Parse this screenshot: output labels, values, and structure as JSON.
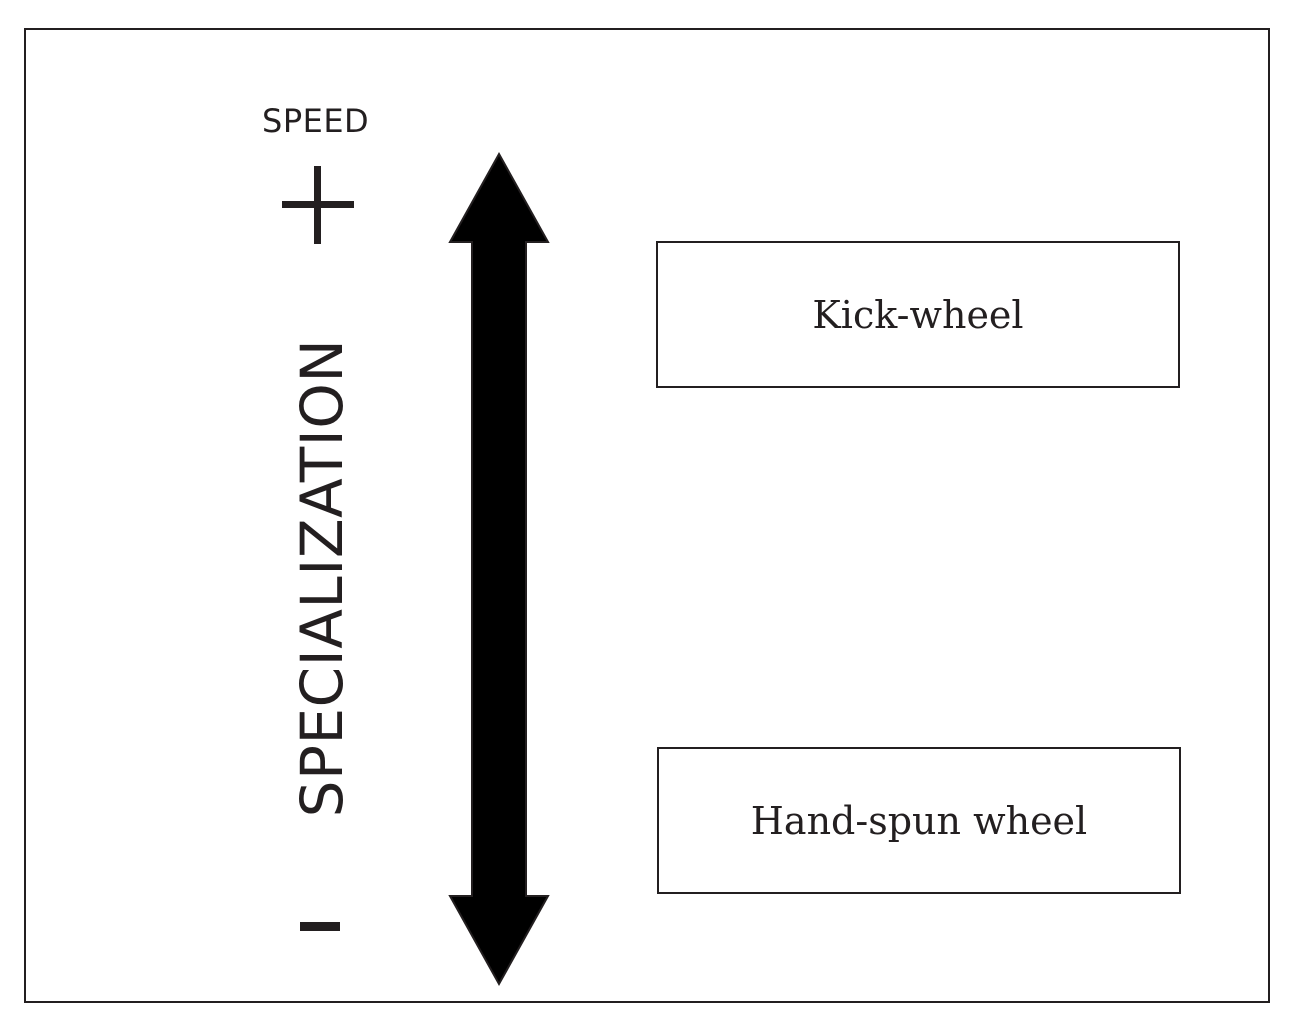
{
  "axis": {
    "title": "SPEED",
    "dimension_label": "SPECIALIZATION",
    "high_symbol": "+",
    "low_symbol": "-"
  },
  "levels": [
    {
      "label": "Kick-wheel",
      "position": "high"
    },
    {
      "label": "Hand-spun wheel",
      "position": "low"
    }
  ],
  "colors": {
    "ink": "#231f20",
    "arrow": "#000000",
    "background": "#ffffff"
  }
}
